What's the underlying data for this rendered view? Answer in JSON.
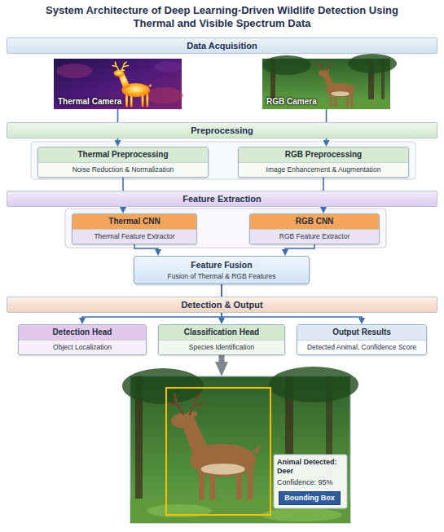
{
  "diagram": {
    "title": "System Architecture of Deep Learning-Driven Wildlife Detection Using Thermal and Visible Spectrum Data",
    "nodes": [
      {
        "text": [
          "Data Acquisition"
        ]
      },
      {
        "text": [
          "Thermal Camera"
        ]
      },
      {
        "text": [
          "RGB Camera"
        ]
      },
      {
        "text": [
          "Preprocessing"
        ]
      },
      {
        "text": [
          "Thermal Preprocessing",
          "Noise Reduction & Normalization"
        ]
      },
      {
        "text": [
          "RGB Preprocessing",
          "Image Enhancement & Augmentation"
        ]
      },
      {
        "text": [
          "Feature Extraction"
        ]
      },
      {
        "text": [
          "Thermal CNN",
          "Thermal Feature Extractor"
        ]
      },
      {
        "text": [
          "RGB CNN",
          "RGB Feature Extractor"
        ]
      },
      {
        "text": [
          "Feature Fusion",
          "Fusion of Thermal & RGB Features"
        ]
      },
      {
        "text": [
          "Detection & Output"
        ]
      },
      {
        "text": [
          "Detection Head",
          "Object Localization"
        ]
      },
      {
        "text": [
          "Classification Head",
          "Species Identification"
        ]
      },
      {
        "text": [
          "Output Results",
          "Detected Animal, Confidence Score"
        ]
      },
      {
        "text": [
          "Animal Detected: Deer",
          "Confidence: 95%"
        ]
      },
      {
        "text": [
          "Bounding Box"
        ],
        "in": 14
      }
    ],
    "edges": [
      {
        "from": 1,
        "to": 4,
        "arrow": "to"
      },
      {
        "from": 2,
        "to": 5,
        "arrow": "to"
      },
      {
        "from": 4,
        "to": 7,
        "arrow": "to"
      },
      {
        "from": 5,
        "to": 8,
        "arrow": "to"
      },
      {
        "from": 7,
        "to": 9,
        "arrow": "to"
      },
      {
        "from": 8,
        "to": 9,
        "arrow": "to"
      },
      {
        "from": 9,
        "to": 11,
        "arrow": "to"
      },
      {
        "from": 9,
        "to": 12,
        "arrow": "to"
      },
      {
        "from": 9,
        "to": 13,
        "arrow": "to"
      },
      {
        "from": 12,
        "to": 14,
        "arrow": "to"
      }
    ]
  }
}
